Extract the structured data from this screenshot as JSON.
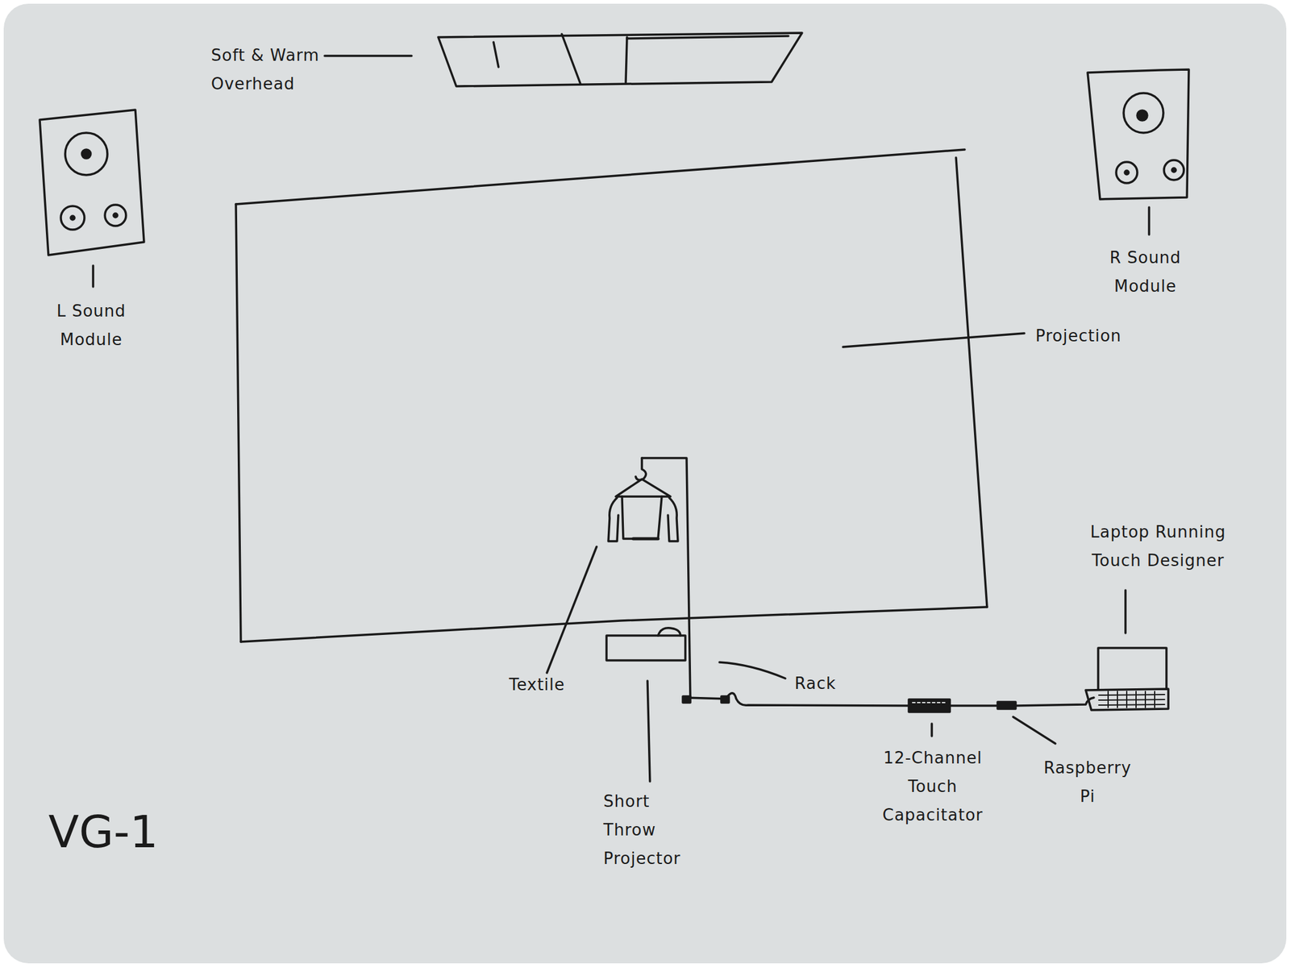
{
  "diagram": {
    "title": "VG-1",
    "labels": [
      "Soft & Warm Overhead",
      "L Sound Module",
      "R Sound Module",
      "Projection",
      "Textile",
      "Short Throw Projector",
      "Rack",
      "12-Channel Touch Capacitator",
      "Raspberry Pi",
      "Laptop Running Touch Designer"
    ]
  }
}
